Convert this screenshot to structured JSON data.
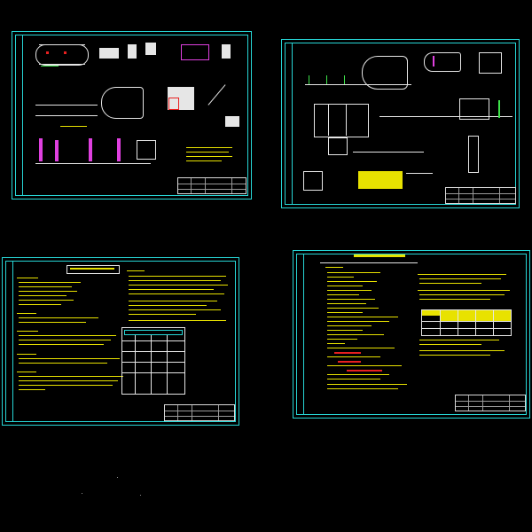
{
  "canvas": {
    "background": "#000000",
    "frame_color": "#27d6d6"
  },
  "sheets": [
    {
      "id": "sheet-1",
      "kind": "plan-and-details"
    },
    {
      "id": "sheet-2",
      "kind": "elevations-and-sections"
    },
    {
      "id": "sheet-3",
      "kind": "design-notes"
    },
    {
      "id": "sheet-4",
      "kind": "design-notes-with-table"
    }
  ],
  "colors": {
    "text": "#e8e200",
    "lines": "#e6e6e6",
    "accent_green": "#3ee24a",
    "accent_magenta": "#e040e0",
    "accent_red": "#e82020"
  }
}
